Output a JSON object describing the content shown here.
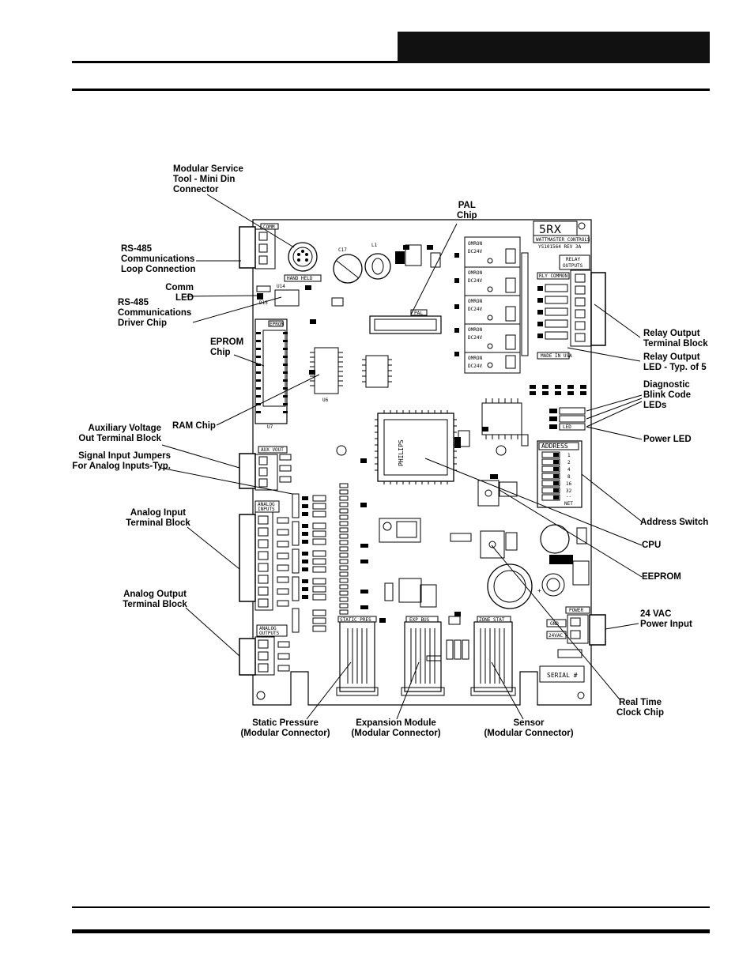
{
  "labels": {
    "service_tool": [
      "Modular Service",
      "Tool - Mini Din",
      "Connector"
    ],
    "pal_chip": [
      "PAL",
      "Chip"
    ],
    "rs485_loop": [
      "RS-485",
      "Communications",
      "Loop Connection"
    ],
    "comm_led": [
      "Comm",
      "LED"
    ],
    "rs485_driver": [
      "RS-485",
      "Communications",
      "Driver Chip"
    ],
    "eprom_chip": [
      "EPROM",
      "Chip"
    ],
    "ram_chip": "RAM Chip",
    "aux_voltage": [
      "Auxiliary Voltage",
      "Out Terminal Block"
    ],
    "signal_jumpers": [
      "Signal Input Jumpers",
      "For Analog Inputs-Typ."
    ],
    "analog_input": [
      "Analog Input",
      "Terminal Block"
    ],
    "analog_output": [
      "Analog Output",
      "Terminal Block"
    ],
    "relay_terminal": [
      "Relay Output",
      "Terminal Block"
    ],
    "relay_led": [
      "Relay Output",
      "LED - Typ. of 5"
    ],
    "diag_leds": [
      "Diagnostic",
      "Blink Code",
      "LEDs"
    ],
    "power_led": "Power LED",
    "address_switch": "Address Switch",
    "cpu": "CPU",
    "eeprom": "EEPROM",
    "power_input": [
      "24 VAC",
      "Power Input"
    ],
    "rtc_chip": [
      "Real Time",
      "Clock Chip"
    ],
    "static_pressure": [
      "Static Pressure",
      "(Modular Connector)"
    ],
    "expansion_module": [
      "Expansion Module",
      "(Modular Connector)"
    ],
    "sensor": [
      "Sensor",
      "(Modular Connector)"
    ]
  },
  "board": {
    "model": "5RX",
    "maker": "WATTMASTER CONTROLS",
    "part": "YS101564 REV 3A",
    "relay_outputs": [
      "RELAY",
      "OUTPUTS"
    ],
    "relay_common": "RLY COMMON",
    "made_in": "MADE IN USA",
    "cpu_brand": "PHILIPS",
    "address": "ADDRESS",
    "address_bits": [
      "1",
      "2",
      "4",
      "8",
      "16",
      "32",
      "--",
      "NET"
    ],
    "serial": "SERIAL #",
    "power": "POWER",
    "gnd": "GND",
    "vac": "24VAC",
    "aux_vout": "AUX VOUT",
    "analog_inputs": [
      "ANALOG",
      "INPUTS"
    ],
    "analog_outputs": [
      "ANALOG",
      "OUTPUTS"
    ],
    "comm": "COMM",
    "hand_held": "HAND HELD",
    "eprom": "EPROM",
    "pal": "PAL",
    "static_press": "STATIC PRES",
    "exp_bus": "EXP BUS",
    "zone_stat": "ZONE STAT",
    "led": "LED",
    "relay_brand": "OMRON",
    "relay_rating": "DC24V",
    "ram": "U6",
    "eprom_u": "U7"
  }
}
